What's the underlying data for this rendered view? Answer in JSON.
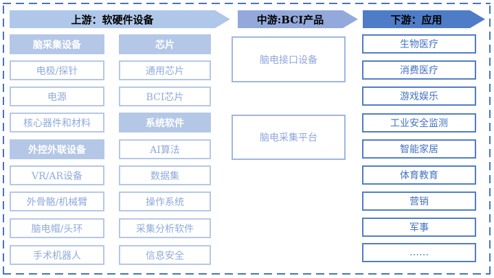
{
  "stages": [
    {
      "label": "上游：软硬件设备"
    },
    {
      "label": "中游:BCI产品"
    },
    {
      "label": "下游：应用"
    }
  ],
  "upstream": {
    "col1": [
      {
        "label": "脑采集设备",
        "style": "category-header"
      },
      {
        "label": "电极/探针"
      },
      {
        "label": "电源"
      },
      {
        "label": "核心器件和材料"
      },
      {
        "label": "外控外联设备",
        "style": "category-header"
      },
      {
        "label": "VR/AR设备"
      },
      {
        "label": "外骨骼/机械臂"
      },
      {
        "label": "脑电帽/头环"
      },
      {
        "label": "手术机器人"
      }
    ],
    "col2": [
      {
        "label": "芯片",
        "style": "category-header"
      },
      {
        "label": "通用芯片"
      },
      {
        "label": "BCI芯片"
      },
      {
        "label": "系统软件",
        "style": "category-header"
      },
      {
        "label": "AI算法"
      },
      {
        "label": "数据集"
      },
      {
        "label": "操作系统"
      },
      {
        "label": "采集分析软件"
      },
      {
        "label": "信息安全"
      }
    ]
  },
  "midstream": [
    {
      "label": "脑电接口设备"
    },
    {
      "label": "脑电采集平台"
    }
  ],
  "downstream": [
    {
      "label": "生物医疗"
    },
    {
      "label": "消费医疗"
    },
    {
      "label": "游戏娱乐"
    },
    {
      "label": "工业安全监测"
    },
    {
      "label": "智能家居"
    },
    {
      "label": "体育教育"
    },
    {
      "label": "营销"
    },
    {
      "label": "军事"
    },
    {
      "label": "……"
    }
  ],
  "colors": {
    "frame_dash": "#4472C4",
    "upstream_arrow_fill": "#AFC7E9",
    "midstream_arrow_fill": "#93A9DC",
    "downstream_arrow_fill": "#4E7CC7",
    "category_header_fill": "#B4C7E7",
    "category_header_text": "#FFFFFF",
    "upstream_box_border": "#B4C7E7",
    "upstream_box_text": "#8FAADC",
    "midstream_box_border": "#9FB4E4",
    "midstream_box_text": "#8FA5DE",
    "downstream_box_border": "#4E7CC7",
    "downstream_box_text": "#4472C4",
    "stage_label_text": "#000000"
  }
}
